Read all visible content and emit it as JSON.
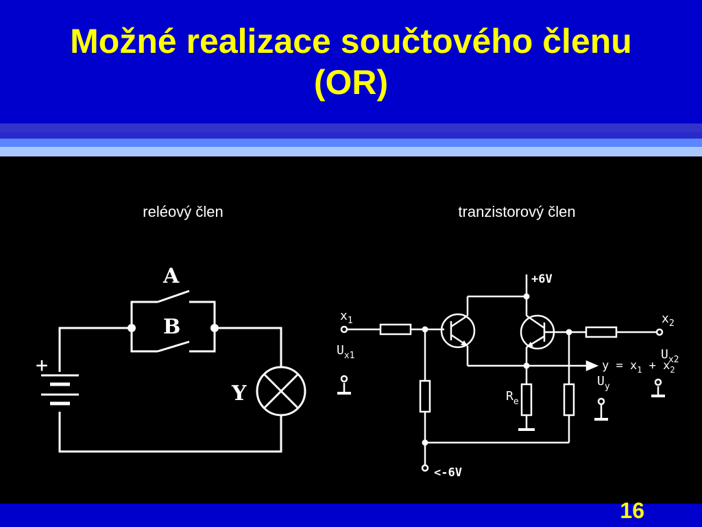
{
  "slide": {
    "title_line1": "Možné realizace součtového členu",
    "title_line2": "(OR)",
    "page_number": "16"
  },
  "relay": {
    "caption": "reléový člen",
    "switch_a": "A",
    "switch_b": "B",
    "lamp": "Y",
    "battery_plus": "+"
  },
  "transistor": {
    "caption": "tranzistorový člen",
    "supply_pos": "+6V",
    "supply_neg": "<-6V",
    "in1": "x",
    "in1_sub": "1",
    "ux1": "U",
    "ux1_sub": "x1",
    "in2": "x",
    "in2_sub": "2",
    "ux2": "U",
    "ux2_sub": "x2",
    "output_eq": "y = x",
    "output_eq_sub1": "1",
    "output_eq_mid": " + x",
    "output_eq_sub2": "2",
    "uy": "U",
    "uy_sub": "y",
    "re": "R",
    "re_sub": "e"
  }
}
